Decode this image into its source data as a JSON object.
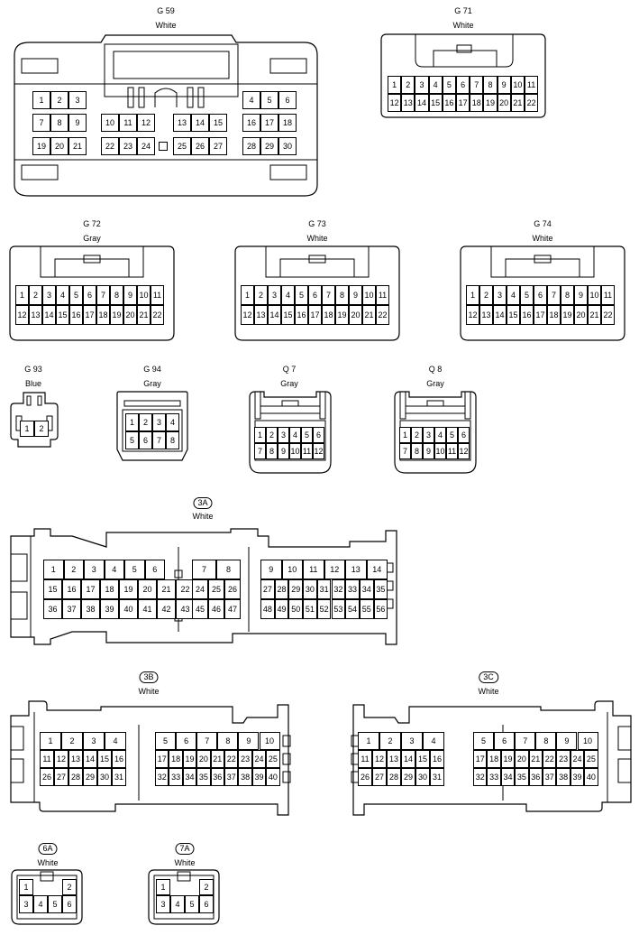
{
  "connectors": {
    "g59": {
      "code": "G 59",
      "color": "White",
      "rows": [
        [
          "1",
          "2",
          "3",
          "",
          "",
          "",
          "",
          "",
          "",
          "",
          "",
          "",
          "4",
          "5",
          "6"
        ],
        [
          "7",
          "8",
          "9",
          "10",
          "11",
          "12",
          "13",
          "14",
          "15",
          "16",
          "17",
          "18"
        ],
        [
          "19",
          "20",
          "21",
          "22",
          "23",
          "24",
          "25",
          "26",
          "27",
          "28",
          "29",
          "30"
        ]
      ]
    },
    "g71": {
      "code": "G 71",
      "color": "White",
      "rows": [
        [
          "1",
          "2",
          "3",
          "4",
          "5",
          "6",
          "7",
          "8",
          "9",
          "10",
          "11"
        ],
        [
          "12",
          "13",
          "14",
          "15",
          "16",
          "17",
          "18",
          "19",
          "20",
          "21",
          "22"
        ]
      ]
    },
    "g72": {
      "code": "G 72",
      "color": "Gray",
      "rows": [
        [
          "1",
          "2",
          "3",
          "4",
          "5",
          "6",
          "7",
          "8",
          "9",
          "10",
          "11"
        ],
        [
          "12",
          "13",
          "14",
          "15",
          "16",
          "17",
          "18",
          "19",
          "20",
          "21",
          "22"
        ]
      ]
    },
    "g73": {
      "code": "G 73",
      "color": "White",
      "rows": [
        [
          "1",
          "2",
          "3",
          "4",
          "5",
          "6",
          "7",
          "8",
          "9",
          "10",
          "11"
        ],
        [
          "12",
          "13",
          "14",
          "15",
          "16",
          "17",
          "18",
          "19",
          "20",
          "21",
          "22"
        ]
      ]
    },
    "g74": {
      "code": "G 74",
      "color": "White",
      "rows": [
        [
          "1",
          "2",
          "3",
          "4",
          "5",
          "6",
          "7",
          "8",
          "9",
          "10",
          "11"
        ],
        [
          "12",
          "13",
          "14",
          "15",
          "16",
          "17",
          "18",
          "19",
          "20",
          "21",
          "22"
        ]
      ]
    },
    "g93": {
      "code": "G 93",
      "color": "Blue",
      "rows": [
        [
          "1",
          "2"
        ]
      ]
    },
    "g94": {
      "code": "G 94",
      "color": "Gray",
      "rows": [
        [
          "1",
          "2",
          "3",
          "4"
        ],
        [
          "5",
          "6",
          "7",
          "8"
        ]
      ]
    },
    "q7": {
      "code": "Q 7",
      "color": "Gray",
      "rows": [
        [
          "1",
          "2",
          "3",
          "4",
          "5",
          "6"
        ],
        [
          "7",
          "8",
          "9",
          "10",
          "11",
          "12"
        ]
      ]
    },
    "q8": {
      "code": "Q 8",
      "color": "Gray",
      "rows": [
        [
          "1",
          "2",
          "3",
          "4",
          "5",
          "6"
        ],
        [
          "7",
          "8",
          "9",
          "10",
          "11",
          "12"
        ]
      ]
    },
    "c3a": {
      "code": "3A",
      "color": "White",
      "groupA": [
        [
          "1",
          "2",
          "3",
          "4",
          "5",
          "6"
        ],
        [
          "15",
          "16",
          "17",
          "18",
          "19",
          "20",
          "21",
          "22",
          "23"
        ],
        [
          "36",
          "37",
          "38",
          "39",
          "40",
          "41",
          "42",
          "43",
          "44"
        ]
      ],
      "groupB": [
        [
          "7",
          "8"
        ],
        [
          "24",
          "25",
          "26"
        ],
        [
          "45",
          "46",
          "47"
        ]
      ],
      "groupC": [
        [
          "9",
          "10",
          "11",
          "12",
          "13",
          "14"
        ],
        [
          "27",
          "28",
          "29",
          "30",
          "31",
          "32",
          "33",
          "34",
          "35"
        ],
        [
          "48",
          "49",
          "50",
          "51",
          "52",
          "53",
          "54",
          "55",
          "56"
        ]
      ]
    },
    "c3b": {
      "code": "3B",
      "color": "White",
      "groupA": [
        [
          "1",
          "2",
          "3",
          "4"
        ],
        [
          "11",
          "12",
          "13",
          "14",
          "15",
          "16"
        ],
        [
          "26",
          "27",
          "28",
          "29",
          "30",
          "31"
        ]
      ],
      "groupB": [
        [
          "5",
          "6",
          "7",
          "8",
          "9",
          "10"
        ],
        [
          "17",
          "18",
          "19",
          "20",
          "21",
          "22",
          "23",
          "24",
          "25"
        ],
        [
          "32",
          "33",
          "34",
          "35",
          "36",
          "37",
          "38",
          "39",
          "40"
        ]
      ]
    },
    "c3c": {
      "code": "3C",
      "color": "White",
      "groupA": [
        [
          "1",
          "2",
          "3",
          "4"
        ],
        [
          "11",
          "12",
          "13",
          "14",
          "15",
          "16"
        ],
        [
          "26",
          "27",
          "28",
          "29",
          "30",
          "31"
        ]
      ],
      "groupB": [
        [
          "5",
          "6",
          "7",
          "8",
          "9",
          "10"
        ],
        [
          "17",
          "18",
          "19",
          "20",
          "21",
          "22",
          "23",
          "24",
          "25"
        ],
        [
          "32",
          "33",
          "34",
          "35",
          "36",
          "37",
          "38",
          "39",
          "40"
        ]
      ]
    },
    "c6a": {
      "code": "6A",
      "color": "White",
      "rows": [
        [
          "1",
          "2"
        ],
        [
          "3",
          "4",
          "5",
          "6"
        ]
      ]
    },
    "c7a": {
      "code": "7A",
      "color": "White",
      "rows": [
        [
          "1",
          "2"
        ],
        [
          "3",
          "4",
          "5",
          "6"
        ]
      ]
    }
  }
}
